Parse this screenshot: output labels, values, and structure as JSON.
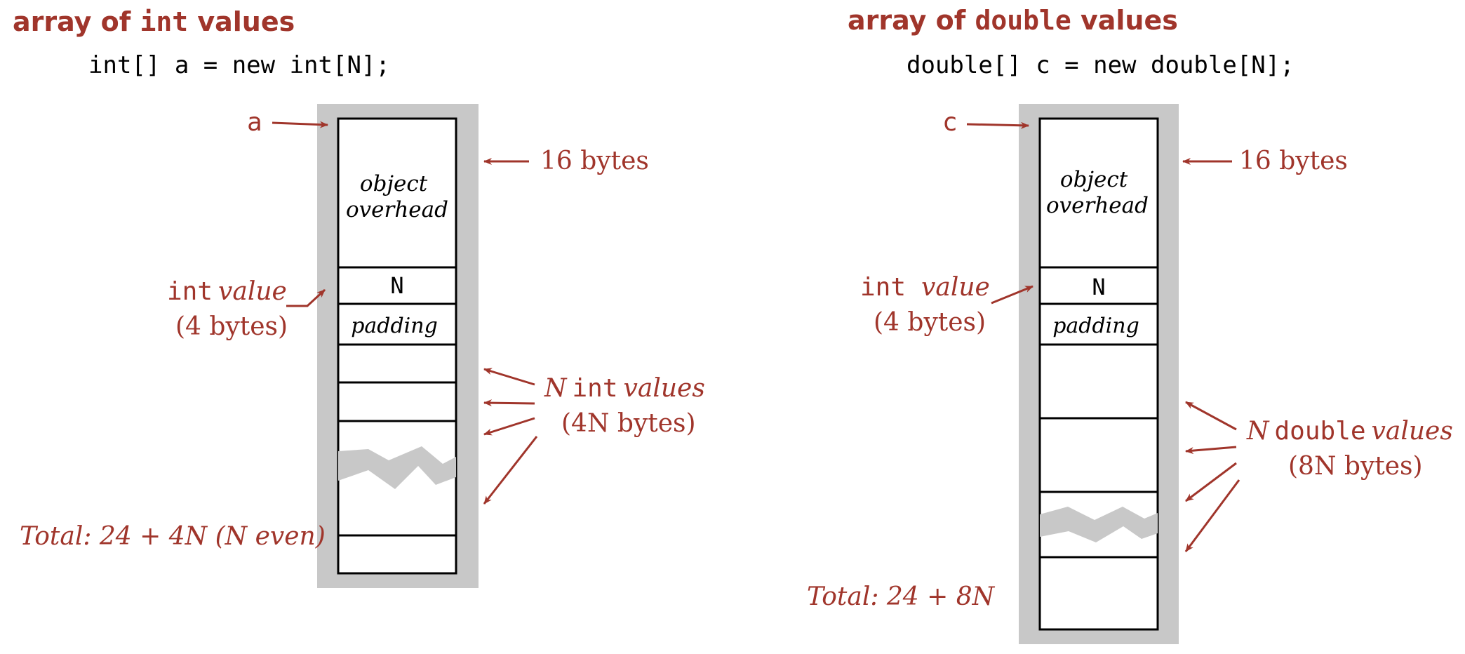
{
  "colors": {
    "accent": "#a0352b",
    "frame": "#c8c8c8",
    "ink": "#000000"
  },
  "left_panel": {
    "heading_prefix": "array of ",
    "heading_type": "int",
    "heading_suffix": " values",
    "code": "int[] a = new int[N];",
    "ref_label": "a",
    "overhead_bytes": "16 bytes",
    "overhead_line1": "object",
    "overhead_line2": "overhead",
    "n_cell": "N",
    "int_value_type": "int",
    "int_value_word": "value",
    "int_value_size": "(4 bytes)",
    "padding": "padding",
    "values_n": "N",
    "values_type": "int",
    "values_word": "values",
    "values_size": "(4N bytes)",
    "total": "Total: 24 + 4N (N even)"
  },
  "right_panel": {
    "heading_prefix": "array of ",
    "heading_type": "double",
    "heading_suffix": " values",
    "code": "double[] c = new double[N];",
    "ref_label": "c",
    "overhead_bytes": "16 bytes",
    "overhead_line1": "object",
    "overhead_line2": "overhead",
    "n_cell": "N",
    "int_value_type": "int",
    "int_value_word": "value",
    "int_value_size": "(4 bytes)",
    "padding": "padding",
    "values_n": "N",
    "values_type": "double",
    "values_word": "values",
    "values_size": "(8N bytes)",
    "total": "Total: 24 + 8N"
  }
}
